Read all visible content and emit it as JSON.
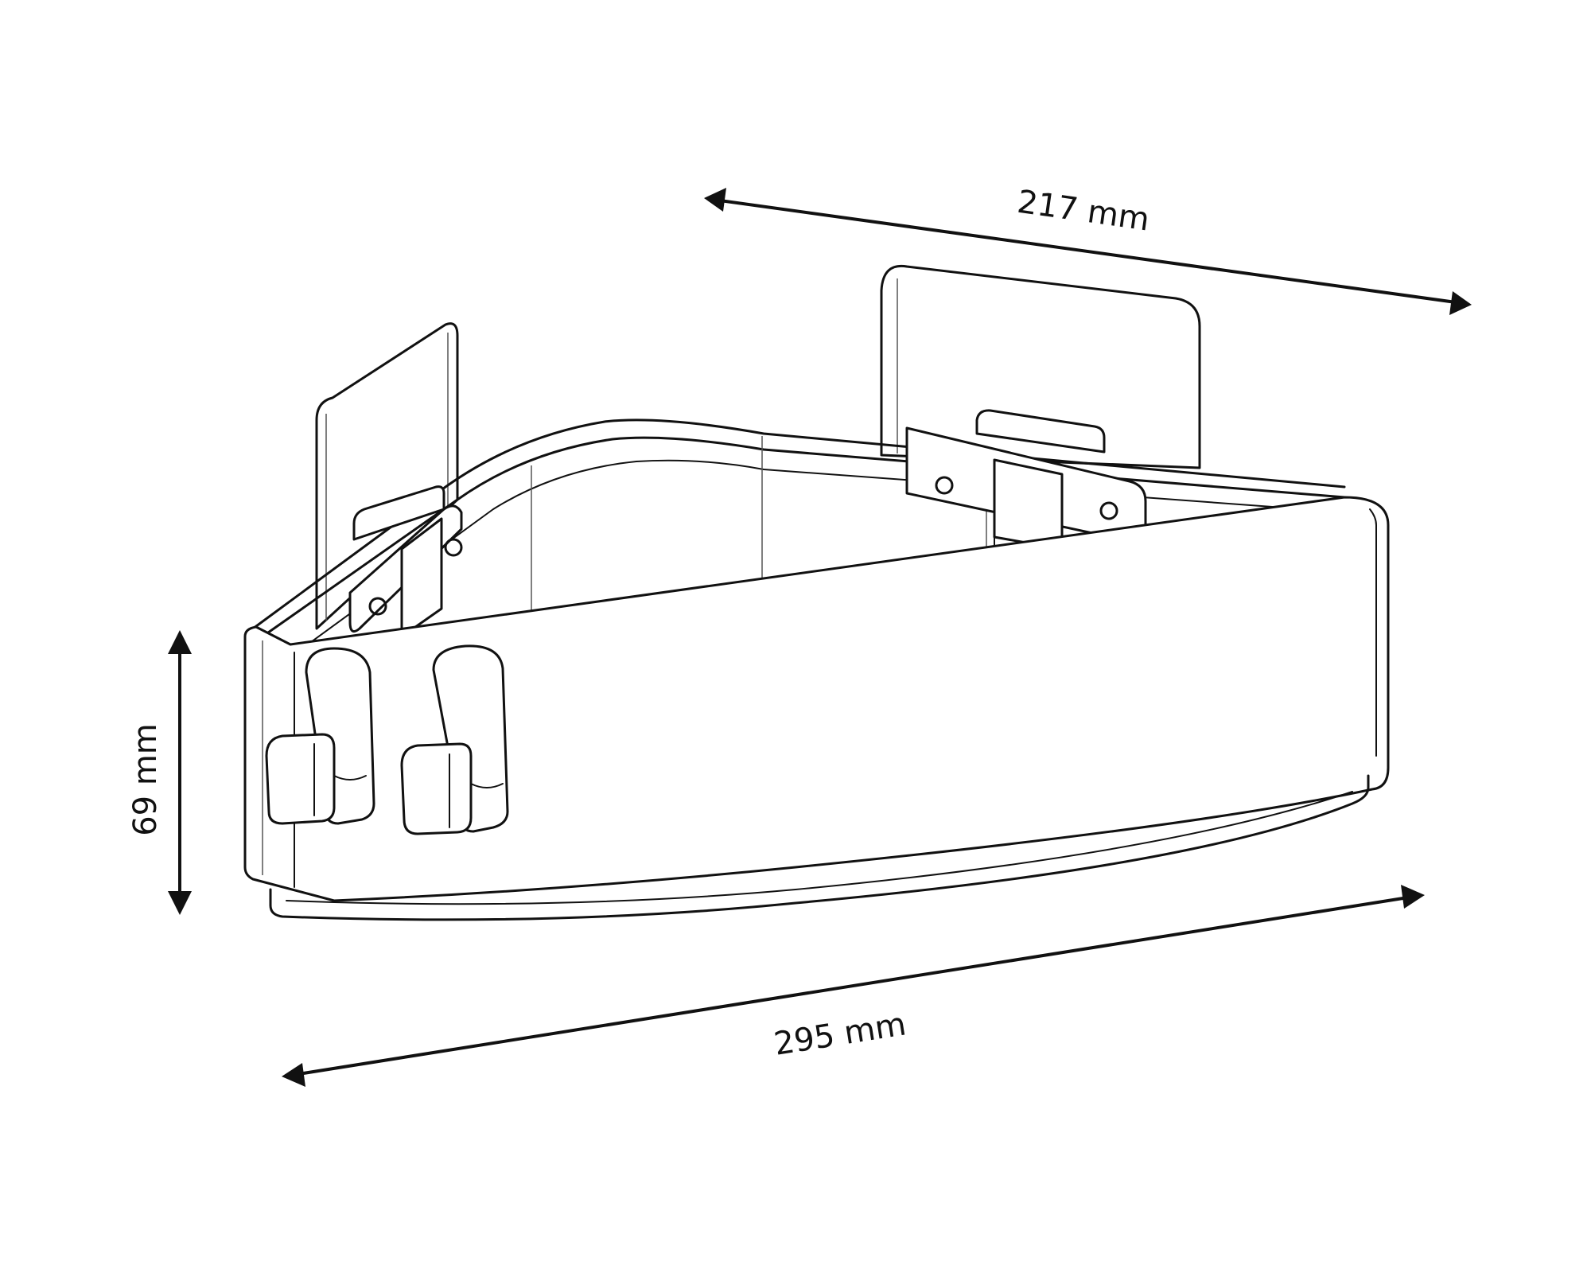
{
  "dimensions": {
    "back_width": "217 mm",
    "height": "69 mm",
    "front_width": "295 mm"
  },
  "colors": {
    "line": "#111111",
    "background": "#ffffff"
  }
}
